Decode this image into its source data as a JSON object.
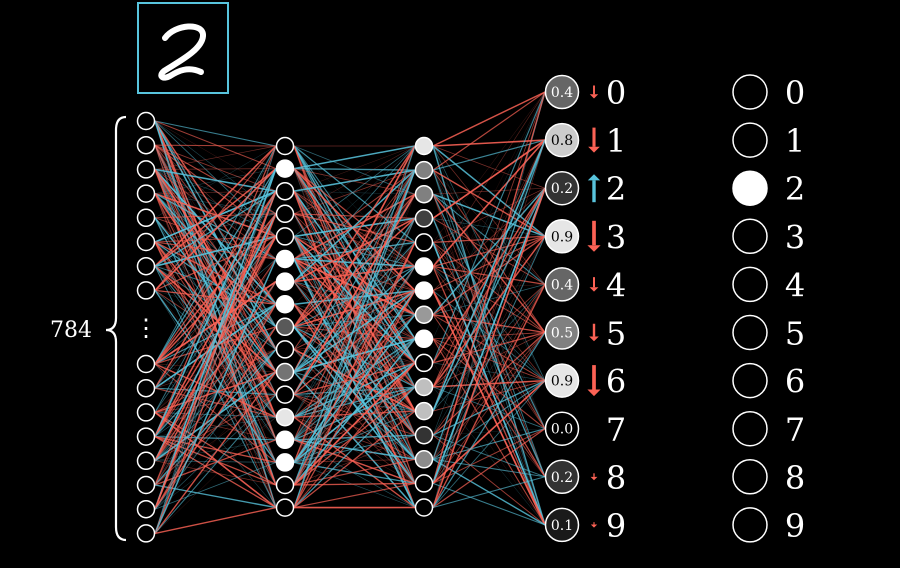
{
  "input_image": {
    "digit": "2"
  },
  "input_layer": {
    "count_label": "784",
    "ellipsis": "⋮"
  },
  "hidden_layer_1": {
    "neurons": [
      0,
      1,
      0,
      0,
      0,
      1,
      1,
      1,
      0.35,
      0,
      0.45,
      0,
      0.9,
      1,
      1,
      0,
      0
    ]
  },
  "hidden_layer_2": {
    "neurons": [
      0.9,
      0.5,
      0.5,
      0.25,
      0,
      1,
      1,
      0.6,
      1,
      0,
      0.75,
      0.75,
      0.2,
      0.55,
      0,
      0
    ]
  },
  "output_layer": {
    "neurons": [
      {
        "value": "0.4",
        "activation": 0.4,
        "digit": "0",
        "nudge": "down",
        "nudge_size": 0.3
      },
      {
        "value": "0.8",
        "activation": 0.8,
        "digit": "1",
        "nudge": "down",
        "nudge_size": 0.7
      },
      {
        "value": "0.2",
        "activation": 0.2,
        "digit": "2",
        "nudge": "up",
        "nudge_size": 0.8
      },
      {
        "value": "0.9",
        "activation": 0.9,
        "digit": "3",
        "nudge": "down",
        "nudge_size": 0.9
      },
      {
        "value": "0.4",
        "activation": 0.4,
        "digit": "4",
        "nudge": "down",
        "nudge_size": 0.35
      },
      {
        "value": "0.5",
        "activation": 0.5,
        "digit": "5",
        "nudge": "down",
        "nudge_size": 0.45
      },
      {
        "value": "0.9",
        "activation": 0.9,
        "digit": "6",
        "nudge": "down",
        "nudge_size": 0.9
      },
      {
        "value": "0.0",
        "activation": 0.0,
        "digit": "7",
        "nudge": "none",
        "nudge_size": 0
      },
      {
        "value": "0.2",
        "activation": 0.2,
        "digit": "8",
        "nudge": "down",
        "nudge_size": 0.1
      },
      {
        "value": "0.1",
        "activation": 0.1,
        "digit": "9",
        "nudge": "down",
        "nudge_size": 0.05
      }
    ]
  },
  "target_layer": {
    "labels": [
      "0",
      "1",
      "2",
      "3",
      "4",
      "5",
      "6",
      "7",
      "8",
      "9"
    ],
    "active_index": 2
  },
  "colors": {
    "background": "#000000",
    "positive_weight": "#58c4dd",
    "negative_weight": "#fc6255",
    "neuron_stroke": "#ffffff",
    "image_frame": "#58c4dd"
  }
}
